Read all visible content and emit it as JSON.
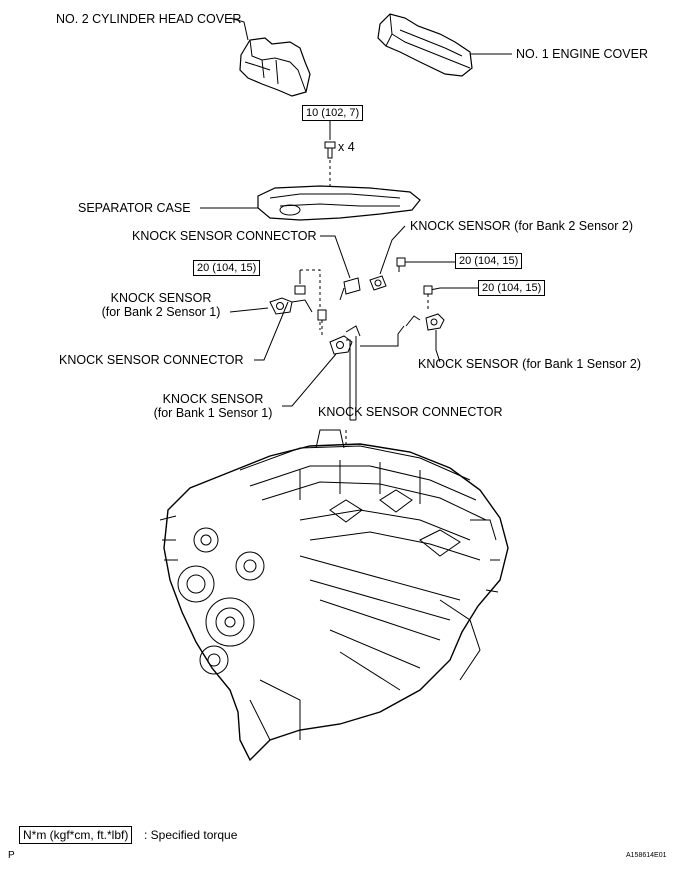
{
  "labels": {
    "cyl_head_cover": "NO. 2 CYLINDER HEAD COVER",
    "engine_cover": "NO. 1 ENGINE COVER",
    "separator_case": "SEPARATOR CASE",
    "ks_connector_top": "KNOCK SENSOR CONNECTOR",
    "ks_bank2_s2": "KNOCK SENSOR (for Bank 2 Sensor 2)",
    "ks_bank2_s1_line1": "KNOCK SENSOR",
    "ks_bank2_s1_line2": "(for Bank 2 Sensor 1)",
    "ks_connector_left": "KNOCK SENSOR CONNECTOR",
    "ks_bank1_s2": "KNOCK SENSOR (for Bank 1 Sensor 2)",
    "ks_bank1_s1_line1": "KNOCK SENSOR",
    "ks_bank1_s1_line2": "(for Bank 1 Sensor 1)",
    "ks_connector_bottom": "KNOCK SENSOR CONNECTOR",
    "bolt_qty": "x 4"
  },
  "torques": {
    "separator_bolts": "10 (102, 7)",
    "left_sensor": "20 (104, 15)",
    "right_upper_sensor": "20 (104, 15)",
    "right_lower_sensor": "20 (104, 15)"
  },
  "legend": {
    "unit_box": "N*m (kgf*cm, ft.*lbf)",
    "description": ": Specified torque"
  },
  "footer": {
    "corner_left": "P",
    "figure_id": "A158614E01"
  }
}
